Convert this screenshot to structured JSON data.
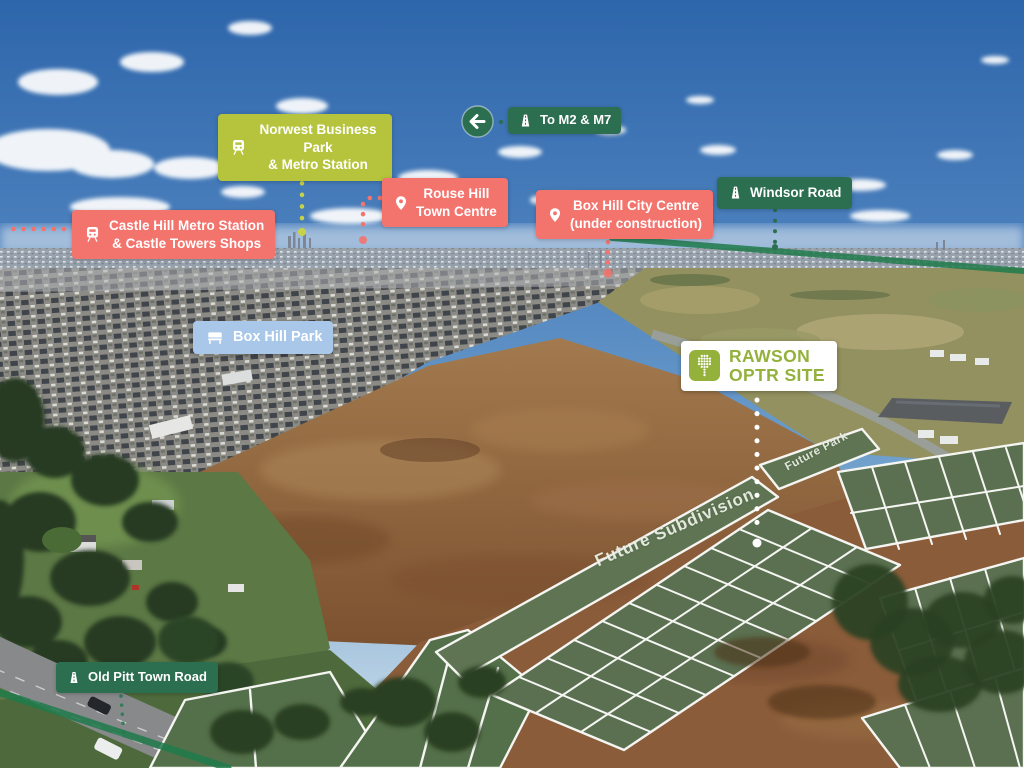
{
  "colors": {
    "marker_salmon": "#f3736d",
    "marker_olive": "#b5c43c",
    "marker_dark_green": "#2c6e50",
    "marker_light_blue": "#a9c7e8",
    "rawson_green": "#93b13b",
    "route_highlight_green": "#1f7a4a",
    "lot_line_white": "#f5f5f2"
  },
  "markers": {
    "norwest": {
      "label": "Norwest Business Park\n& Metro Station",
      "color": "#b5c43c",
      "icon": "train-icon"
    },
    "to_m2_m7": {
      "label": "To M2 & M7",
      "color": "#2c6e50",
      "icon": "road-icon",
      "arrow": "left"
    },
    "rouse_hill": {
      "label": "Rouse Hill\nTown Centre",
      "color": "#f3736d",
      "icon": "pin-icon"
    },
    "box_hill_city_centre": {
      "label": "Box Hill City Centre\n(under construction)",
      "color": "#f3736d",
      "icon": "pin-icon"
    },
    "windsor_road": {
      "label": "Windsor Road",
      "color": "#2c6e50",
      "icon": "road-icon"
    },
    "castle_hill": {
      "label": "Castle Hill Metro Station\n& Castle Towers Shops",
      "color": "#f3736d",
      "icon": "train-icon"
    },
    "box_hill_park": {
      "label": "Box Hill Park",
      "color": "#a9c7e8",
      "icon": "bench-icon"
    },
    "old_pitt_town_road": {
      "label": "Old Pitt Town Road",
      "color": "#2c6e50",
      "icon": "road-icon"
    },
    "rawson_site": {
      "line1": "RAWSON",
      "line2": "OPTR SITE",
      "text_color": "#93b13b",
      "color": "#ffffff",
      "icon": "rawson-logo"
    }
  },
  "ground_annotations": {
    "future_subdivision": "Future Subdivision",
    "future_park": "Future Park"
  }
}
